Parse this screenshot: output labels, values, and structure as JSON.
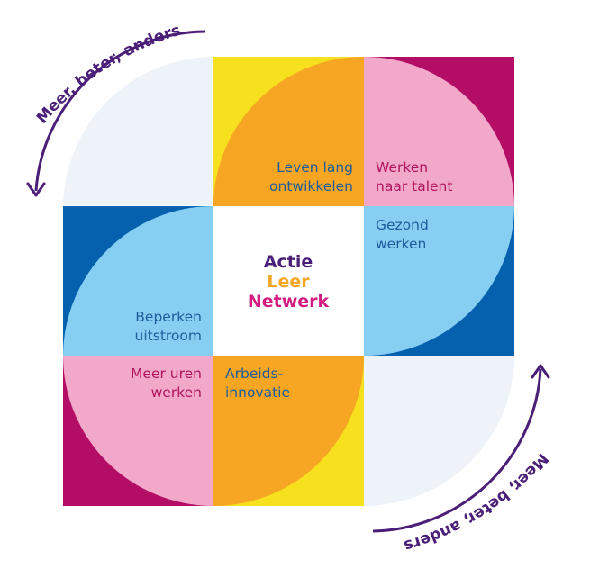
{
  "colors": {
    "purple": "#4b1e78",
    "magenta": "#b40d66",
    "pink": "#f1a8c9",
    "orange": "#f6a623",
    "yellow": "#f7e11e",
    "dark_blue": "#0561ae",
    "light_blue": "#86cff2",
    "pale_blue": "#eef3fa",
    "label_blue": "#1f5c9c",
    "label_magenta": "#b0145e"
  },
  "center": {
    "line1": "Actie",
    "line2": "Leer",
    "line3": "Netwerk"
  },
  "arrows": {
    "top_left_text": "Meer, beter, anders",
    "bottom_right_text": "Meer, beter, anders"
  },
  "tiles": {
    "leven_lang": {
      "line1": "Leven lang",
      "line2": "ontwikkelen"
    },
    "werken_naar_talent": {
      "line1": "Werken",
      "line2": "naar talent"
    },
    "gezond_werken": {
      "line1": "Gezond",
      "line2": "werken"
    },
    "beperken_uitstroom": {
      "line1": "Beperken",
      "line2": "uitstroom"
    },
    "meer_uren": {
      "line1": "Meer uren",
      "line2": "werken"
    },
    "arbeidsinnovatie": {
      "line1": "Arbeids-",
      "line2": "innovatie"
    }
  }
}
